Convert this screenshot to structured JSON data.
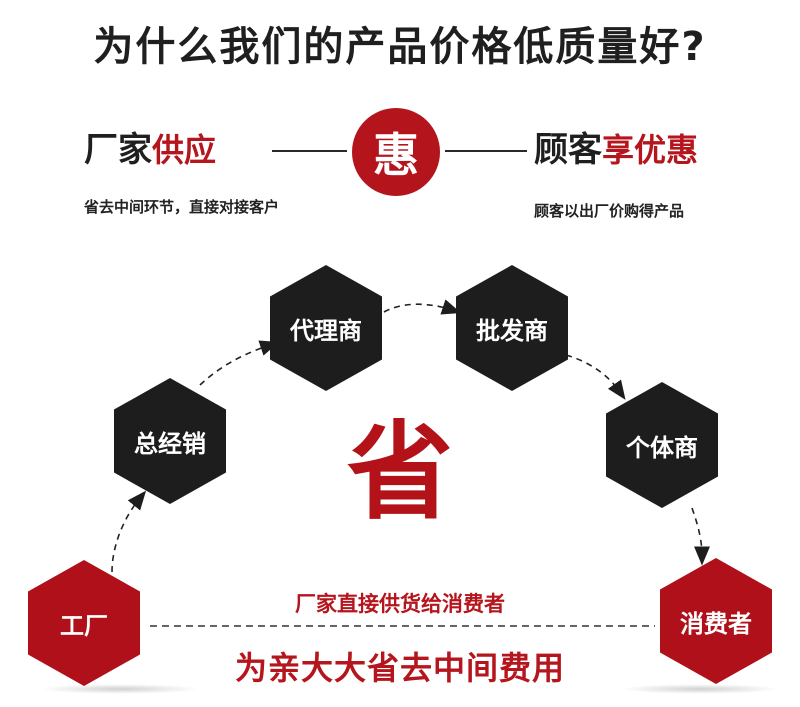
{
  "title": "为什么我们的产品价格低质量好?",
  "supply": {
    "left_dark": "厂家",
    "left_red": "供应",
    "center_char": "惠",
    "right_dark": "顾客",
    "right_red": "享优惠",
    "left_caption": "省去中间环节，直接对接客户",
    "right_caption": "顾客以出厂价购得产品"
  },
  "nodes": {
    "factory": "工厂",
    "general": "总经销",
    "agent": "代理商",
    "wholesaler": "批发商",
    "individual": "个体商",
    "consumer": "消费者"
  },
  "center_char": "省",
  "direct_label": "厂家直接供货给消费者",
  "savings_label": "为亲大大省去中间费用",
  "colors": {
    "red": "#b01019",
    "dark": "#1d1d1d"
  }
}
